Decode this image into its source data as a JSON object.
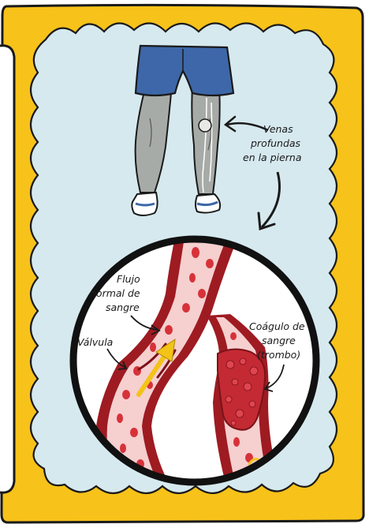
{
  "colors": {
    "panel_yellow": "#f7c21a",
    "cloud_blue": "#d6e9ef",
    "shorts_blue": "#3d67a8",
    "leg_gray": "#a7aba7",
    "vein_red": "#9e1b22",
    "vessel_pink": "#f6cfcf",
    "blood_cell": "#d7323a",
    "flow_arrow": "#f3c318"
  },
  "labels": {
    "venas_line1": "Venas",
    "venas_line2": "profundas",
    "venas_line3": "en la pierna",
    "flujo_line1": "Flujo",
    "flujo_line2": "normal de",
    "flujo_line3": "sangre",
    "valvula": "Válvula",
    "coagulo_line1": "Coágulo de",
    "coagulo_line2": "sangre",
    "coagulo_line3": "(trombo)"
  },
  "icons": {
    "flow_arrow": "flow-arrow-icon",
    "turbulent_arrow": "turbulent-flow-icon",
    "pointer_arrow": "pointer-arrow-icon"
  }
}
